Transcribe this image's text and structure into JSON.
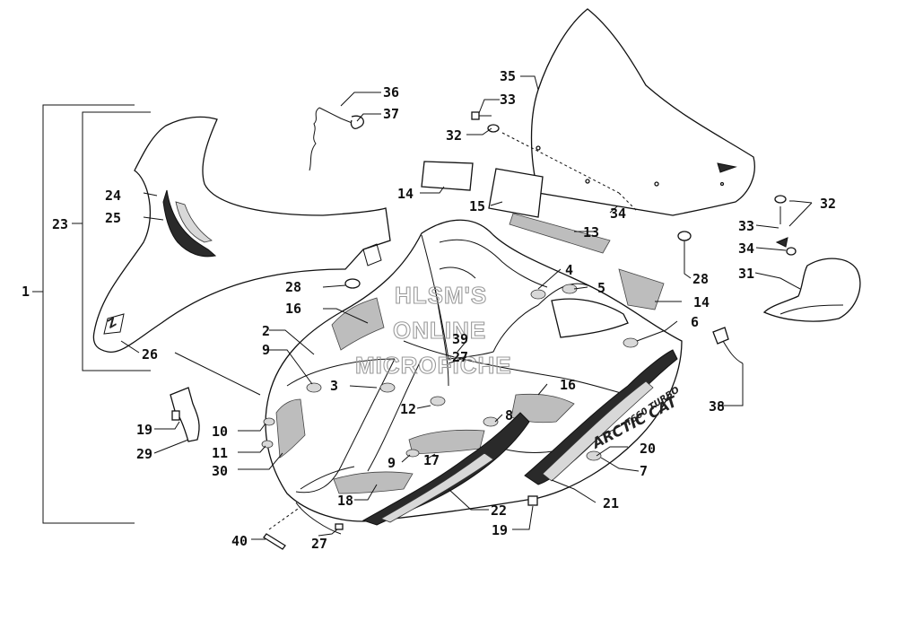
{
  "diagram": {
    "watermark_lines": [
      "HLSM'S",
      "ONLINE",
      "MICROFICHE"
    ],
    "decal_brand": "ARCTIC CAT",
    "decal_model": "T660 TURBO",
    "windshield_logo_text": "Z",
    "callouts": {
      "c1": "1",
      "c2": "2",
      "c3": "3",
      "c4": "4",
      "c5": "5",
      "c6": "6",
      "c7": "7",
      "c8": "8",
      "c9a": "9",
      "c9b": "9",
      "c10": "10",
      "c11": "11",
      "c12": "12",
      "c13": "13",
      "c14a": "14",
      "c14b": "14",
      "c15": "15",
      "c16a": "16",
      "c16b": "16",
      "c17": "17",
      "c18": "18",
      "c19a": "19",
      "c19b": "19",
      "c20": "20",
      "c21": "21",
      "c22": "22",
      "c23": "23",
      "c24": "24",
      "c25": "25",
      "c26": "26",
      "c27a": "27",
      "c27b": "27",
      "c28a": "28",
      "c28b": "28",
      "c29": "29",
      "c30": "30",
      "c31": "31",
      "c32a": "32",
      "c32b": "32",
      "c33a": "33",
      "c33b": "33",
      "c34a": "34",
      "c34b": "34",
      "c35": "35",
      "c36": "36",
      "c37": "37",
      "c38": "38",
      "c39": "39",
      "c40": "40"
    }
  }
}
